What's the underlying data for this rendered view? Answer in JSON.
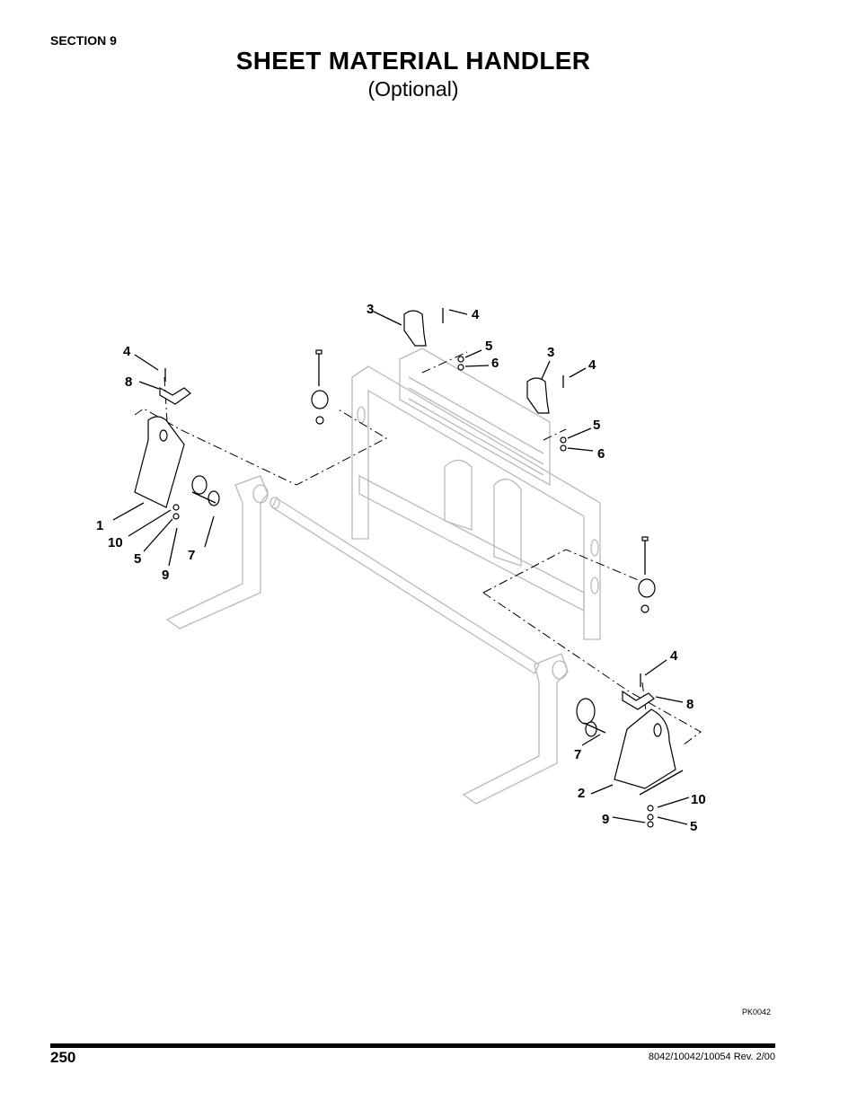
{
  "header": {
    "section": "SECTION 9",
    "title": "SHEET MATERIAL HANDLER",
    "subtitle": "(Optional)"
  },
  "figure": {
    "drawing_code": "PK0042",
    "callouts": {
      "c1": "1",
      "c2": "2",
      "c3a": "3",
      "c3b": "3",
      "c4a": "4",
      "c4b": "4",
      "c4c": "4",
      "c4d": "4",
      "c5a": "5",
      "c5b": "5",
      "c5c": "5",
      "c5d": "5",
      "c6a": "6",
      "c6b": "6",
      "c7a": "7",
      "c7b": "7",
      "c8a": "8",
      "c8b": "8",
      "c9a": "9",
      "c9b": "9",
      "c10a": "10",
      "c10b": "10"
    }
  },
  "footer": {
    "page_number": "250",
    "doc_revision": "8042/10042/10054 Rev. 2/00"
  }
}
